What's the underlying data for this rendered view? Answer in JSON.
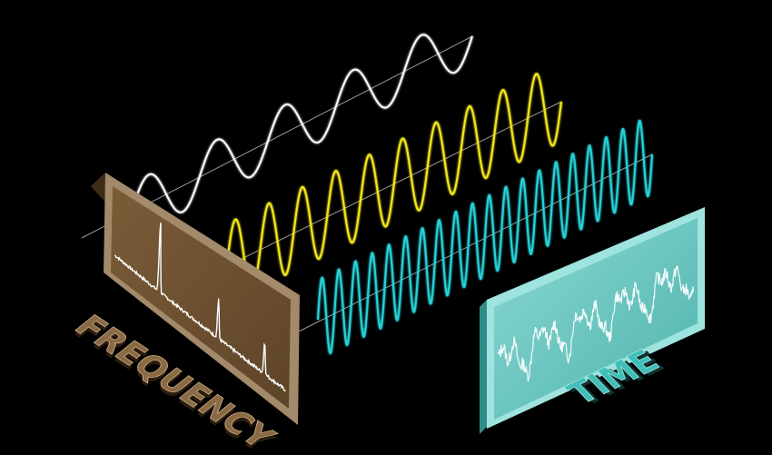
{
  "labels": {
    "frequency": "FREQUENCY",
    "time": "TIME"
  },
  "colors": {
    "background": "#000000",
    "wave_low": "#ffffff",
    "wave_mid": "#f2e51a",
    "wave_high": "#25d1d6",
    "frequency_panel": "#6e5331",
    "frequency_frame": "#a38a6a",
    "time_panel": "#6fc9c3",
    "time_frame": "#9ee3de",
    "frequency_text": "#8a6a44",
    "time_text": "#3fbfb7",
    "baseline": "#9a9a9a"
  },
  "waves": [
    {
      "name": "wave-low",
      "cycles": 5
    },
    {
      "name": "wave-mid",
      "cycles": 10
    },
    {
      "name": "wave-high",
      "cycles": 20
    }
  ]
}
